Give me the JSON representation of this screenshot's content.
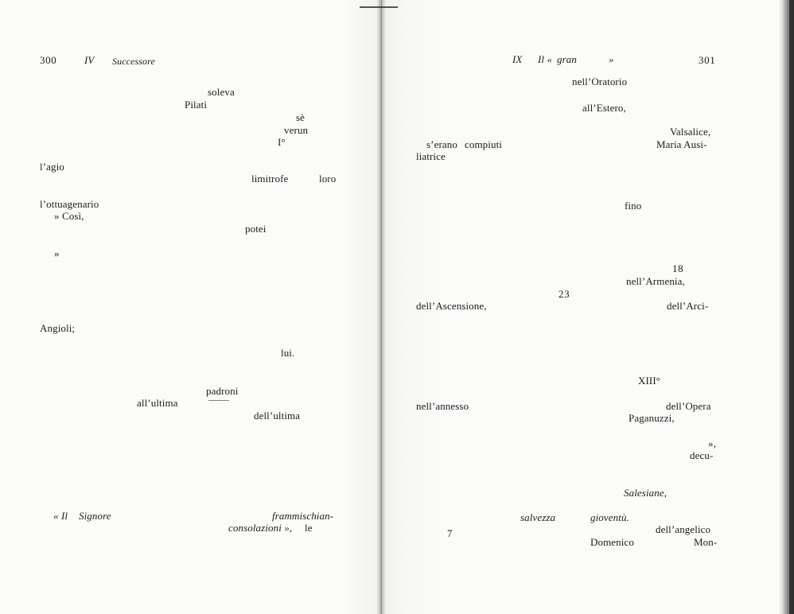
{
  "left_page": {
    "page_number": "300",
    "header_section": "IV",
    "header_title": "Successore",
    "fragments": [
      "soleva",
      "Pilati",
      "sè",
      "verun",
      "I°",
      "l’agio",
      "limitrofe",
      "loro",
      "l’ottuagenario",
      "» Così,",
      "potei",
      "»",
      "Angioli;",
      "lui.",
      "padroni",
      "all’ultima",
      "dell’ultima",
      "« Il",
      "Signore",
      "frammischian-",
      "consolazioni »,",
      "le"
    ]
  },
  "right_page": {
    "page_number": "301",
    "header_section": "IX",
    "header_title_prefix": "Il «",
    "header_title_word": "gran",
    "header_title_suffix": "»",
    "fragments": [
      "nell’Oratorio",
      "all’Estero,",
      "Valsalice,",
      "s’erano",
      "compiuti",
      "Maria Ausi-",
      "liatrice",
      "fino",
      "18",
      "nell’Armenia,",
      "23",
      "dell’Ascensione,",
      "dell’Arci-",
      "XIII°",
      "nell’annesso",
      "dell’Opera",
      "Paganuzzi,",
      "»,",
      "decu-",
      "Salesiane,",
      "salvezza",
      "gioventù.",
      "7",
      "dell’angelico",
      "Domenico",
      "Mon-"
    ]
  }
}
